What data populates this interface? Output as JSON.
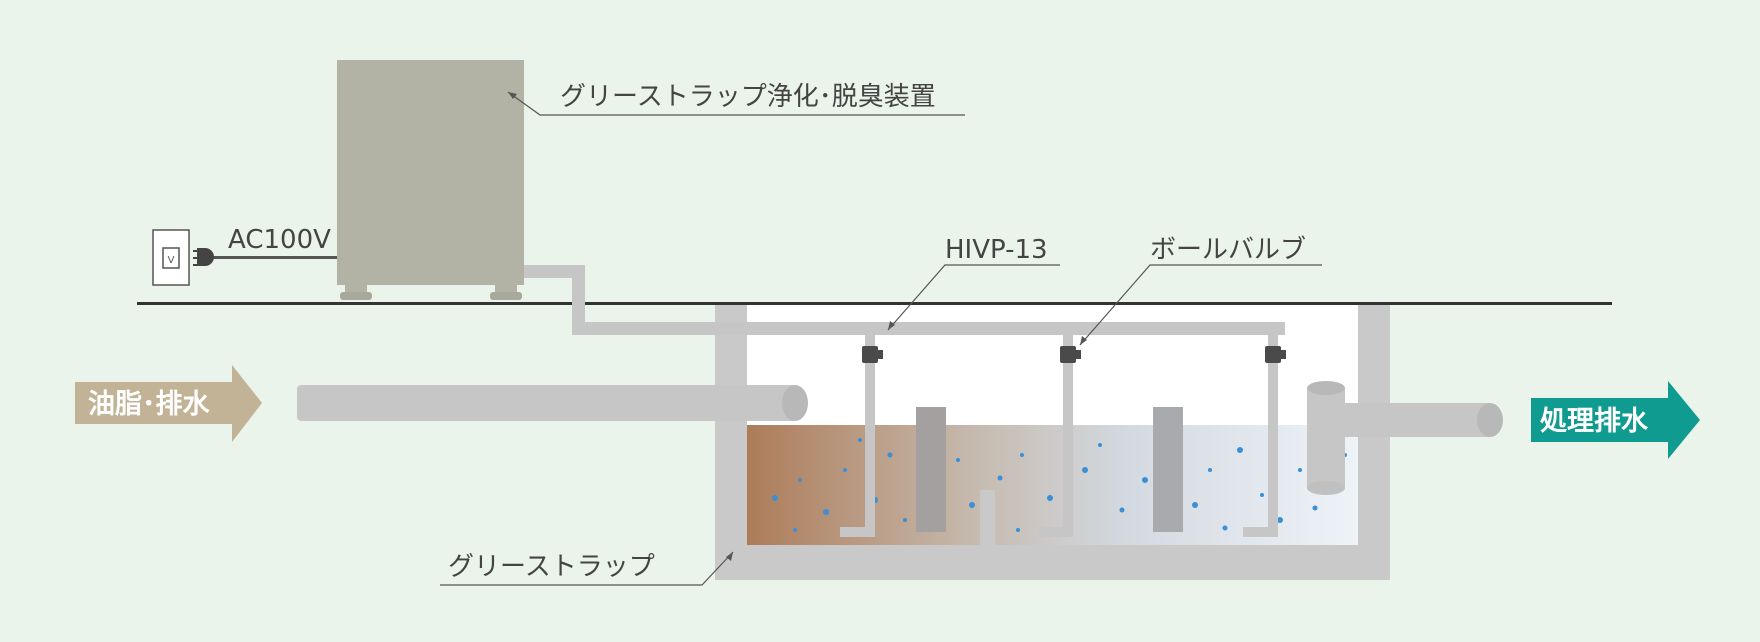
{
  "labels": {
    "device": "グリーストラップ浄化･脱臭装置",
    "power": "AC100V",
    "pump": "HIVP-13",
    "valve": "ボールバルブ",
    "trap": "グリーストラップ",
    "inflow": "油脂･排水",
    "outflow": "処理排水"
  },
  "colors": {
    "background": "#eaf4ea",
    "device": "#b3b3a5",
    "pipe": "#c6c6c6",
    "tank_wall": "#c9c9c9",
    "inflow_arrow": "#c3b396",
    "outflow_arrow": "#109b91",
    "grease": "#ad7c59",
    "clear_water": "#eef3f8",
    "bubble": "#3a8fd6",
    "ground_line": "#333333"
  },
  "icons": {
    "outlet": "power-outlet-icon",
    "plug": "power-plug-icon",
    "valve": "ball-valve-icon"
  }
}
